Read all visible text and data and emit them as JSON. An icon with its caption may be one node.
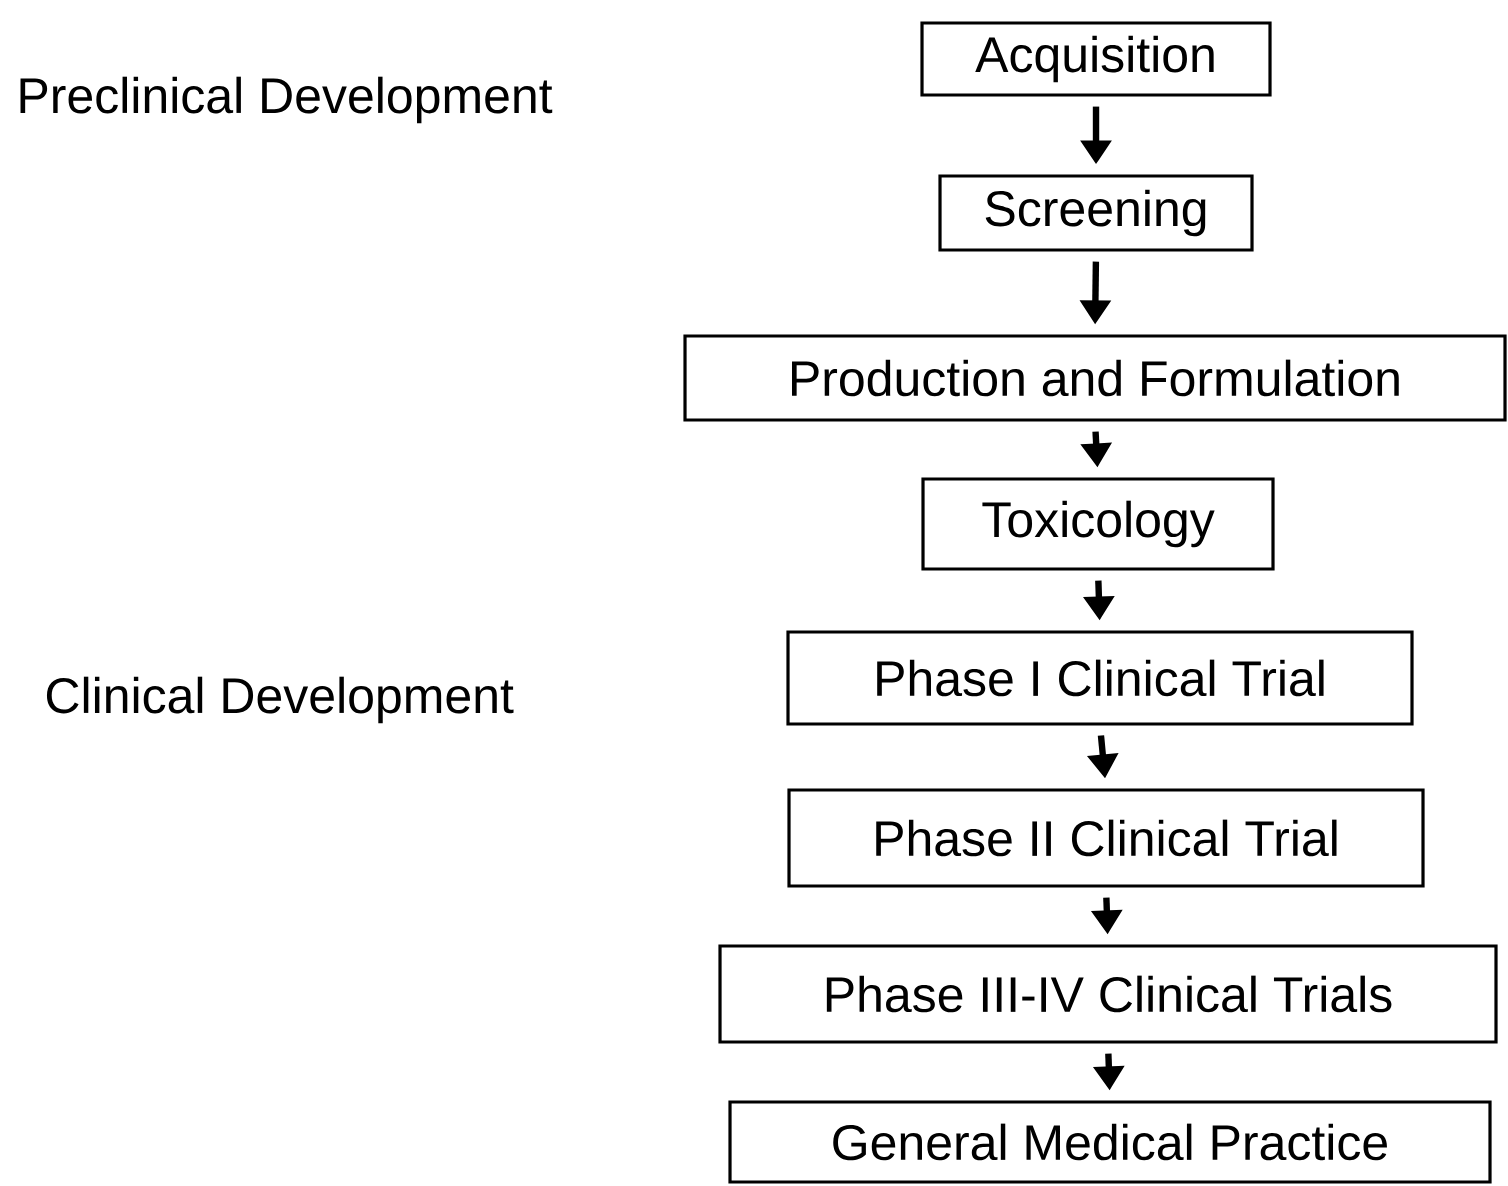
{
  "diagram": {
    "nodes": [
      {
        "text": [
          "Acquisition"
        ]
      },
      {
        "text": [
          "Screening"
        ]
      },
      {
        "text": [
          "Production and Formulation"
        ]
      },
      {
        "text": [
          "Toxicology"
        ]
      },
      {
        "text": [
          "Phase I Clinical Trial"
        ]
      },
      {
        "text": [
          "Phase II Clinical Trial"
        ]
      },
      {
        "text": [
          "Phase III-IV Clinical Trials"
        ]
      },
      {
        "text": [
          "General Medical Practice"
        ]
      }
    ],
    "edges": [
      {
        "from": 0,
        "to": 1,
        "arrow": "to"
      },
      {
        "from": 1,
        "to": 2,
        "arrow": "to"
      },
      {
        "from": 2,
        "to": 3,
        "arrow": "to"
      },
      {
        "from": 3,
        "to": 4,
        "arrow": "to"
      },
      {
        "from": 4,
        "to": 5,
        "arrow": "to"
      },
      {
        "from": 5,
        "to": 6,
        "arrow": "to"
      },
      {
        "from": 6,
        "to": 7,
        "arrow": "to"
      }
    ],
    "labels": [
      "Preclinical Development",
      "Clinical Development"
    ]
  }
}
